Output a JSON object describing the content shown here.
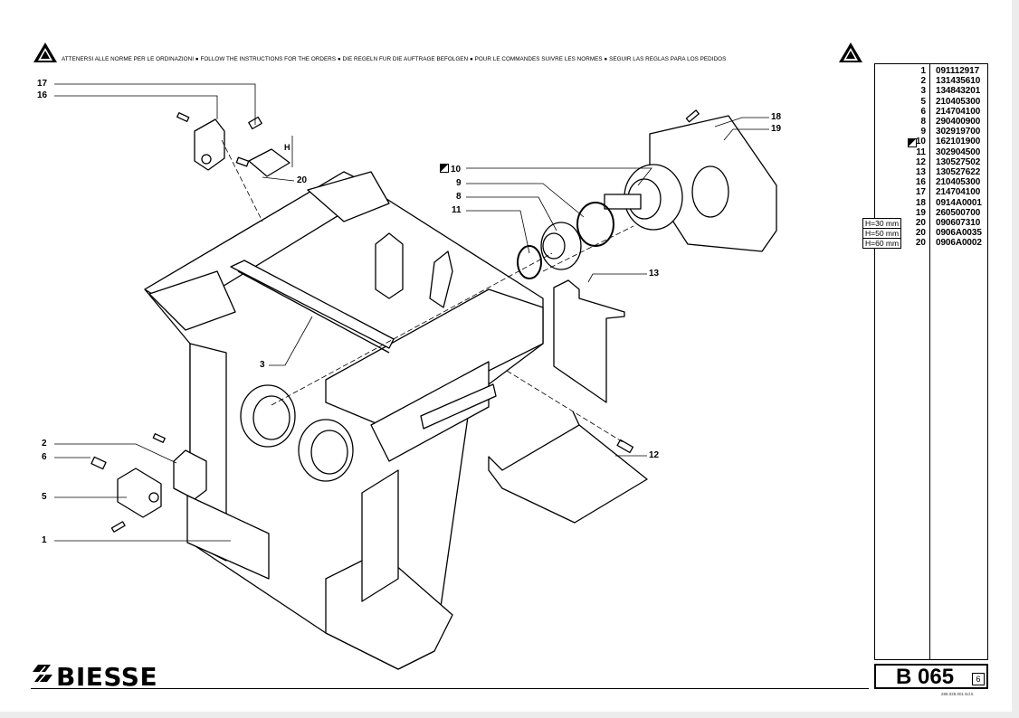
{
  "banner": {
    "text": "ATTENERSI ALLE NORME PER LE ORDINAZIONI  ●  FOLLOW THE INSTRUCTIONS FOR THE ORDERS  ●  DIE REGELN FUR DIE AUFTRAGE BEFOLGEN  ●  POUR LE COMMANDES SUIVRE LES NORMES  ●  SEGUIR LAS REGLAS PARA LOS PEDIDOS"
  },
  "brand": "BIESSE",
  "sheet_code": "B 065",
  "sheet_page": "6",
  "ref_code": "288.028.001 Ed.5",
  "dimension_label": "H",
  "callouts": {
    "c17": "17",
    "c16": "16",
    "c20": "20",
    "c18": "18",
    "c19": "19",
    "c10": "10",
    "c9": "9",
    "c8": "8",
    "c11": "11",
    "c13": "13",
    "c3": "3",
    "c12": "12",
    "c2": "2",
    "c6": "6",
    "c5": "5",
    "c1": "1"
  },
  "parts": [
    {
      "pos": "1",
      "code": "091112917",
      "note": "",
      "marked": false
    },
    {
      "pos": "2",
      "code": "131435610",
      "note": "",
      "marked": false
    },
    {
      "pos": "3",
      "code": "134843201",
      "note": "",
      "marked": false
    },
    {
      "pos": "5",
      "code": "210405300",
      "note": "",
      "marked": false
    },
    {
      "pos": "6",
      "code": "214704100",
      "note": "",
      "marked": false
    },
    {
      "pos": "8",
      "code": "290400900",
      "note": "",
      "marked": false
    },
    {
      "pos": "9",
      "code": "302919700",
      "note": "",
      "marked": false
    },
    {
      "pos": "10",
      "code": "162101900",
      "note": "",
      "marked": true
    },
    {
      "pos": "11",
      "code": "302904500",
      "note": "",
      "marked": false
    },
    {
      "pos": "12",
      "code": "130527502",
      "note": "",
      "marked": false
    },
    {
      "pos": "13",
      "code": "130527622",
      "note": "",
      "marked": false
    },
    {
      "pos": "16",
      "code": "210405300",
      "note": "",
      "marked": false
    },
    {
      "pos": "17",
      "code": "214704100",
      "note": "",
      "marked": false
    },
    {
      "pos": "18",
      "code": "0914A0001",
      "note": "",
      "marked": false
    },
    {
      "pos": "19",
      "code": "260500700",
      "note": "",
      "marked": false
    },
    {
      "pos": "20",
      "code": "090607310",
      "note": "H=30 mm",
      "marked": false
    },
    {
      "pos": "20",
      "code": "0906A0035",
      "note": "H=50 mm",
      "marked": false
    },
    {
      "pos": "20",
      "code": "0906A0002",
      "note": "H=60 mm",
      "marked": false
    }
  ]
}
